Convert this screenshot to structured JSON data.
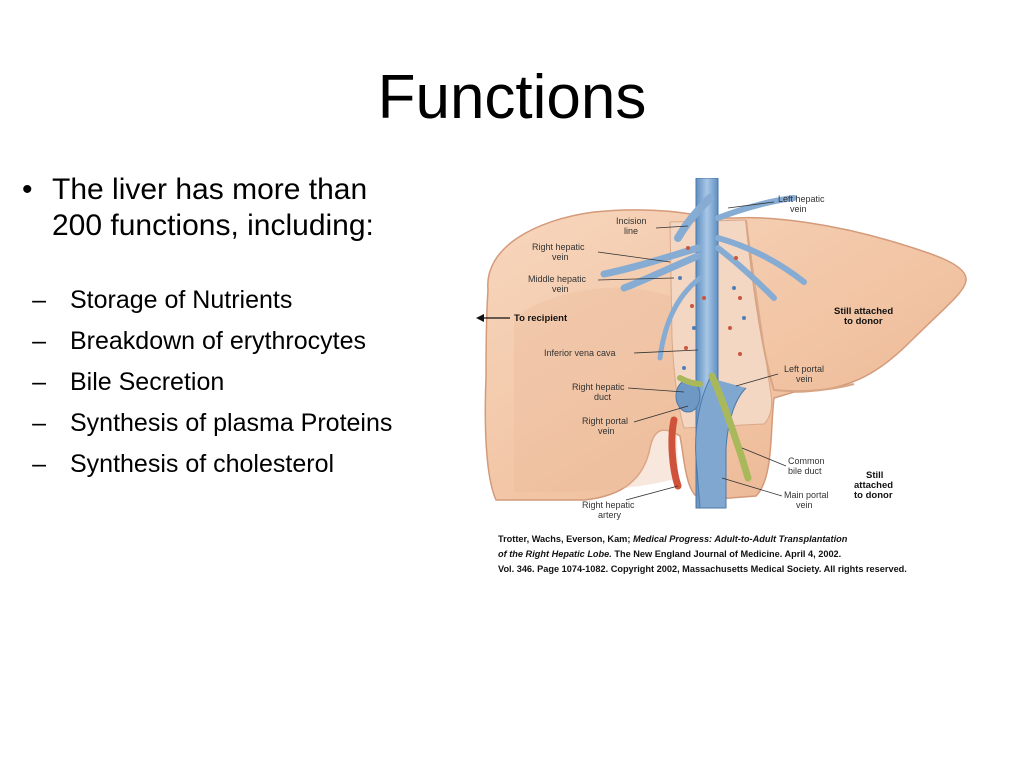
{
  "slide": {
    "title": "Functions",
    "bullet": {
      "symbol": "•",
      "text": "The liver has more than 200 functions, including:"
    },
    "sub_bullets": [
      {
        "dash": "–",
        "text": "Storage of Nutrients"
      },
      {
        "dash": "–",
        "text": "Breakdown of erythrocytes"
      },
      {
        "dash": "–",
        "text": "Bile Secretion"
      },
      {
        "dash": "–",
        "text": "Synthesis of plasma Proteins"
      },
      {
        "dash": "–",
        "text": "Synthesis of cholesterol"
      }
    ]
  },
  "figure": {
    "labels": {
      "left_hepatic_vein": [
        "Left hepatic",
        "vein"
      ],
      "incision_line": [
        "Incision",
        "line"
      ],
      "right_hepatic_vein": [
        "Right hepatic",
        "vein"
      ],
      "middle_hepatic_vein": [
        "Middle hepatic",
        "vein"
      ],
      "to_recipient": "To recipient",
      "still_attached_top": [
        "Still attached",
        "to donor"
      ],
      "inferior_vena_cava": "Inferior vena cava",
      "left_portal_vein": [
        "Left portal",
        "vein"
      ],
      "right_hepatic_duct": [
        "Right hepatic",
        "duct"
      ],
      "right_portal_vein": [
        "Right portal",
        "vein"
      ],
      "common_bile_duct": [
        "Common",
        "bile duct"
      ],
      "still_attached_bottom": [
        "Still",
        "attached",
        "to donor"
      ],
      "main_portal_vein": [
        "Main portal",
        "vein"
      ],
      "right_hepatic_artery": [
        "Right hepatic",
        "artery"
      ]
    },
    "colors": {
      "liver": "#f2c8a8",
      "liver_dark": "#e3a98a",
      "vein": "#7fa7cf",
      "artery": "#d2553c",
      "bile_duct": "#b9c46a"
    },
    "credit": {
      "line1_plain": "Trotter, Wachs, Everson, Kam; ",
      "line1_italic": "Medical Progress: Adult-to-Adult Transplantation",
      "line2_italic": "of the Right Hepatic Lobe.",
      "line2_plain": " The New England Journal of Medicine. April 4, 2002.",
      "line3": "Vol. 346. Page 1074-1082. Copyright 2002, Massachusetts Medical Society. All rights reserved."
    }
  }
}
